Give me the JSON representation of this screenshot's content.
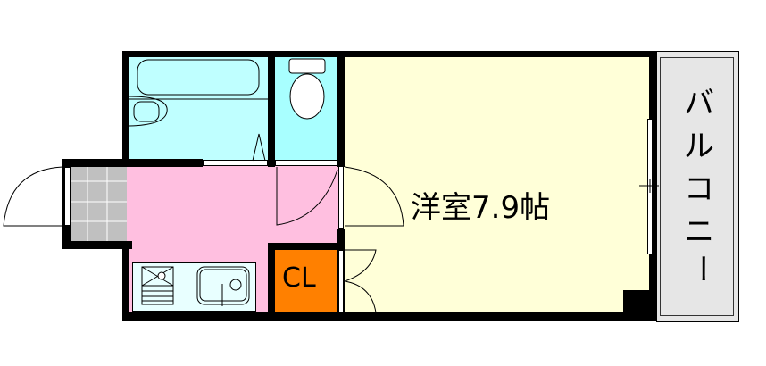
{
  "floor_plan": {
    "rooms": [
      {
        "id": "western-room",
        "label": "洋室7.9帖",
        "type": "western-style room",
        "size_jo": 7.9
      },
      {
        "id": "closet",
        "label": "CL",
        "type": "closet"
      },
      {
        "id": "balcony",
        "label": "バルコニー",
        "type": "balcony"
      },
      {
        "id": "bathroom",
        "label": "",
        "type": "unit bath"
      },
      {
        "id": "toilet",
        "label": "",
        "type": "toilet"
      },
      {
        "id": "kitchen-hallway",
        "label": "",
        "type": "kitchen / hallway"
      },
      {
        "id": "entrance",
        "label": "",
        "type": "entrance (genkan)"
      }
    ],
    "colors": {
      "western_room": "#ffffd8",
      "wet_area": "#bfffff",
      "hallway": "#ffbfe0",
      "closet": "#ff8000",
      "balcony": "#e6e6e6",
      "entrance_tile": "#c0c0c0",
      "kitchen_counter": "#e8ffff",
      "wall": "#000000"
    }
  },
  "labels": {
    "room_main": "洋室7.9帖",
    "closet": "CL",
    "balcony_chars": [
      "バ",
      "ル",
      "コ",
      "ニ",
      "ー"
    ]
  }
}
